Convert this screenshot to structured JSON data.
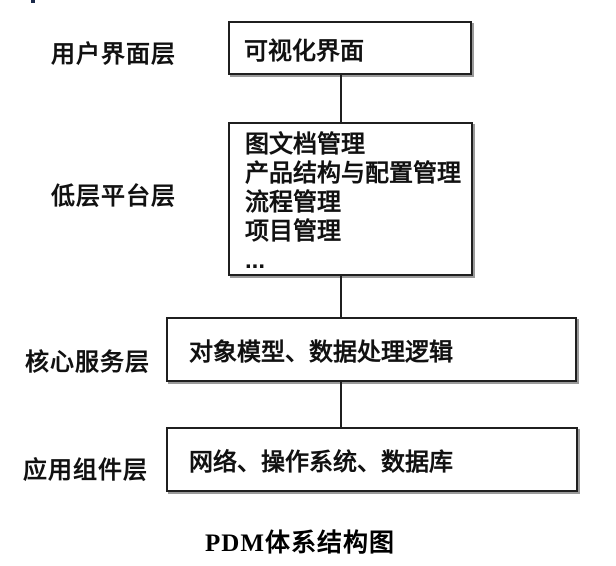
{
  "diagram": {
    "title": "PDM体系结构图",
    "layers": [
      {
        "label": "用户界面层",
        "box_lines": [
          "可视化界面"
        ]
      },
      {
        "label": "低层平台层",
        "box_lines": [
          "图文档管理",
          "产品结构与配置管理",
          "流程管理",
          "项目管理",
          "..."
        ]
      },
      {
        "label": "核心服务层",
        "box_lines": [
          "对象模型、数据处理逻辑"
        ]
      },
      {
        "label": "应用组件层",
        "box_lines": [
          "网络、操作系统、数据库"
        ]
      }
    ],
    "colors": {
      "background": "#ffffff",
      "border": "#1f1f1f",
      "text": "#111111",
      "shadow": "#9a9a9a"
    }
  }
}
